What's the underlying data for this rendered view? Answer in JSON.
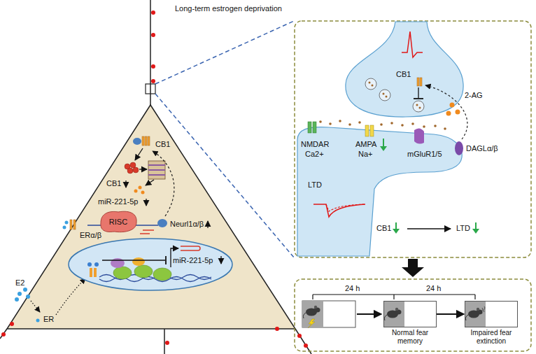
{
  "diagram": {
    "title": "Long-term estrogen deprivation",
    "nodes": [
      {
        "text": [
          "RISC"
        ]
      },
      {
        "text": [
          "miR-221-5p"
        ]
      },
      {
        "text": [
          "Normal fear memory"
        ]
      },
      {
        "text": [
          "Impaired fear extinction"
        ]
      }
    ],
    "edges": [
      {
        "from": 2,
        "to": 3,
        "arrow": "to"
      }
    ],
    "labels": [
      "CB1",
      "CB1",
      "miR-221-5p",
      "Neurl1α/β",
      "ERα/β",
      "E2",
      "ER",
      "CB1",
      "2-AG",
      "NMDAR",
      "Ca2+",
      "AMPA",
      "Na+",
      "mGluR1/5",
      "DAGLα/β",
      "LTD",
      "CB1",
      "LTD",
      "24 h",
      "24 h"
    ]
  }
}
